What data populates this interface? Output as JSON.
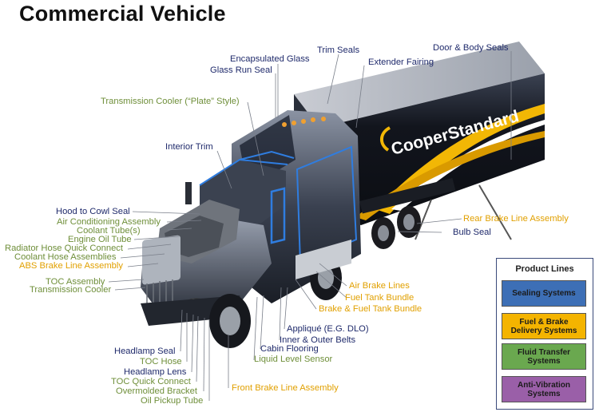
{
  "title": "Commercial Vehicle",
  "trailer_brand": "CooperStandard",
  "colors": {
    "sealing": "#3d6fb6",
    "fuel_brake": "#f4b400",
    "fluid": "#6aa84f",
    "antivibration": "#9a5fa8",
    "label_navy": "#1f2a6b",
    "label_green": "#6f8f3a",
    "label_orange": "#e1a000"
  },
  "labels": {
    "encapsulated_glass": "Encapsulated Glass",
    "glass_run_seal": "Glass Run Seal",
    "trim_seals": "Trim Seals",
    "extender_fairing": "Extender Fairing",
    "door_body_seals": "Door & Body Seals",
    "transmission_cooler_plate": "Transmission Cooler (“Plate” Style)",
    "interior_trim": "Interior Trim",
    "hood_to_cowl_seal": "Hood to Cowl Seal",
    "air_conditioning_assembly": "Air Conditioning Assembly",
    "coolant_tubes": "Coolant Tube(s)",
    "engine_oil_tube": "Engine Oil Tube",
    "radiator_hose_qc": "Radiator Hose Quick Connect",
    "coolant_hose_assemblies": "Coolant Hose Assemblies",
    "abs_brake_line": "ABS Brake Line Assembly",
    "toc_assembly": "TOC Assembly",
    "transmission_cooler": "Transmission Cooler",
    "rear_brake_line": "Rear Brake Line Assembly",
    "bulb_seal": "Bulb Seal",
    "air_brake_lines": "Air Brake Lines",
    "fuel_tank_bundle": "Fuel Tank Bundle",
    "brake_fuel_tank_bundle": "Brake & Fuel Tank Bundle",
    "applique": "Appliqué (E.G. DLO)",
    "inner_outer_belts": "Inner & Outer Belts",
    "cabin_flooring": "Cabin Flooring",
    "liquid_level_sensor": "Liquid Level Sensor",
    "headlamp_seal": "Headlamp Seal",
    "toc_hose": "TOC Hose",
    "headlamp_lens": "Headlamp Lens",
    "toc_quick_connect": "TOC Quick Connect",
    "overmolded_bracket": "Overmolded Bracket",
    "oil_pickup_tube": "Oil Pickup Tube",
    "front_brake_line": "Front Brake Line Assembly"
  },
  "legend": {
    "title": "Product Lines",
    "items": [
      {
        "label": "Sealing Systems",
        "color": "#3d6fb6"
      },
      {
        "label": "Fuel & Brake\nDelivery Systems",
        "color": "#f4b400"
      },
      {
        "label": "Fluid Transfer\nSystems",
        "color": "#6aa84f"
      },
      {
        "label": "Anti-Vibration\nSystems",
        "color": "#9a5fa8"
      }
    ]
  }
}
